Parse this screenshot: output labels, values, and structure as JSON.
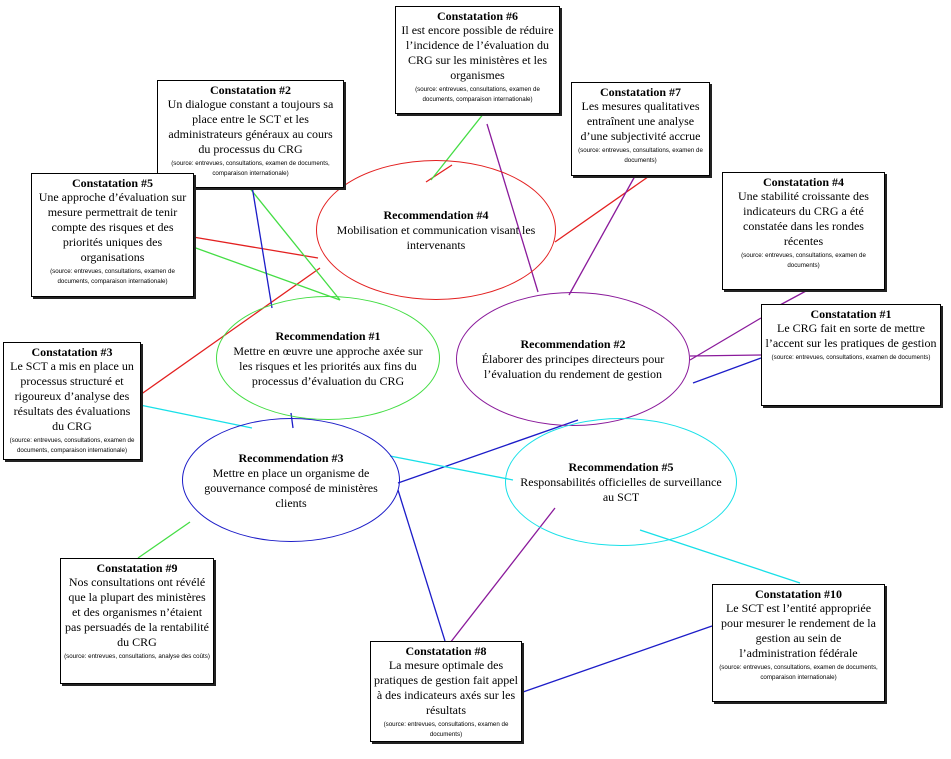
{
  "colors": {
    "red": "#e32020",
    "green": "#44dd44",
    "blue": "#1c1cc8",
    "purple": "#8a1a9b",
    "cyan": "#18e0e8"
  },
  "recommendations": {
    "r1": {
      "title": "Recommendation #1",
      "body": "Mettre en œuvre une approche axée sur les risques et les priorités aux fins du processus d’évaluation du CRG"
    },
    "r2": {
      "title": "Recommendation #2",
      "body": "Élaborer des principes directeurs pour l’évaluation du rendement de gestion"
    },
    "r3": {
      "title": "Recommendation #3",
      "body": "Mettre en place un organisme de gouvernance composé de  ministères clients"
    },
    "r4": {
      "title": "Recommendation #4",
      "body": "Mobilisation et communication visant les intervenants"
    },
    "r5": {
      "title": "Recommendation #5",
      "body": "Responsabilités officielles de surveillance au SCT"
    }
  },
  "findings": {
    "c1": {
      "title": "Constatation #1",
      "body": "Le CRG fait en sorte de mettre l’accent sur les pratiques de gestion",
      "source": "(source: entrevues, consultations, examen de documents)"
    },
    "c2": {
      "title": "Constatation #2",
      "body": "Un dialogue constant a toujours sa place entre le SCT et les administrateurs généraux au cours du processus du CRG",
      "source": "(source: entrevues, consultations, examen de documents, comparaison internationale)"
    },
    "c3": {
      "title": "Constatation #3",
      "body": "Le SCT a mis en place un processus structuré et rigoureux d’analyse des résultats des évaluations du CRG",
      "source": "(source: entrevues, consultations, examen de documents, comparaison internationale)"
    },
    "c4": {
      "title": "Constatation #4",
      "body": "Une stabilité croissante des indicateurs du CRG a été constatée dans les rondes récentes",
      "source": "(source: entrevues, consultations, examen de documents)"
    },
    "c5": {
      "title": "Constatation #5",
      "body": "Une approche d’évaluation sur mesure permettrait de tenir compte des risques et des priorités uniques des organisations",
      "source": "(source: entrevues, consultations, examen de documents, comparaison internationale)"
    },
    "c6": {
      "title": "Constatation #6",
      "body": "Il est encore possible de réduire l’incidence de l’évaluation du CRG sur les ministères et les organismes",
      "source": "(source: entrevues, consultations, examen de documents, comparaison internationale)"
    },
    "c7": {
      "title": "Constatation #7",
      "body": "Les mesures qualitatives entraînent une analyse d’une subjectivité accrue",
      "source": "(source: entrevues, consultations, examen de documents)"
    },
    "c8": {
      "title": "Constatation #8",
      "body": "La mesure optimale des pratiques de gestion fait appel à des indicateurs axés sur les résultats",
      "source": "(source: entrevues, consultations, examen de documents)"
    },
    "c9": {
      "title": "Constatation #9",
      "body": "Nos consultations ont révélé que la plupart des ministères et des organismes n’étaient pas persuadés de la rentabilité du CRG",
      "source": "(source: entrevues, consultations, analyse des coûts)"
    },
    "c10": {
      "title": "Constatation #10",
      "body": "Le SCT est l’entité appropriée pour mesurer le rendement de la gestion au sein de l’administration fédérale",
      "source": "(source: entrevues, consultations, examen de documents, comparaison internationale)"
    }
  }
}
